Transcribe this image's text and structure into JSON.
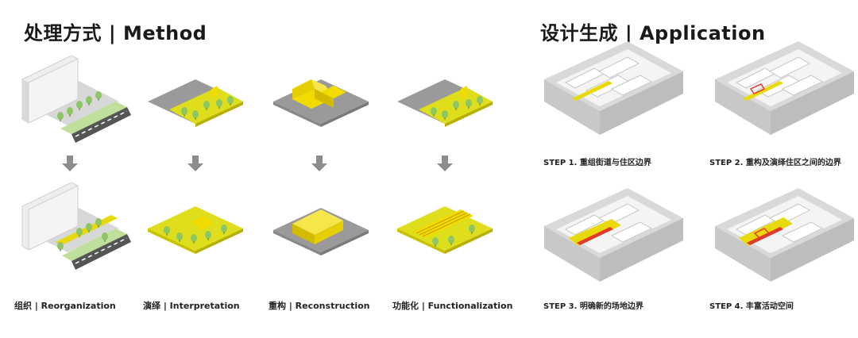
{
  "method": {
    "title": "处理方式 | Method",
    "columns": [
      {
        "label": "组织 | Reorganization"
      },
      {
        "label": "演绎 | Interpretation"
      },
      {
        "label": "重构 | Reconstruction"
      },
      {
        "label": "功能化 | Functionalization"
      }
    ]
  },
  "application": {
    "title": "设计生成 | Application",
    "steps": [
      {
        "label": "STEP 1. 重组街道与住区边界"
      },
      {
        "label": "STEP 2. 重构及演绎住区之间的边界"
      },
      {
        "label": "STEP 3. 明确新的场地边界"
      },
      {
        "label": "STEP 4. 丰富活动空间"
      }
    ]
  },
  "colors": {
    "accent_yellow": "#e8d90a",
    "bright_yellow": "#f2dc00",
    "ground_gray": "#9a9a9a",
    "arrow_gray": "#8c8c8c",
    "tree_green": "#8cc665",
    "building_white": "#f0f0f0",
    "highlight_red": "#e23a2a"
  }
}
